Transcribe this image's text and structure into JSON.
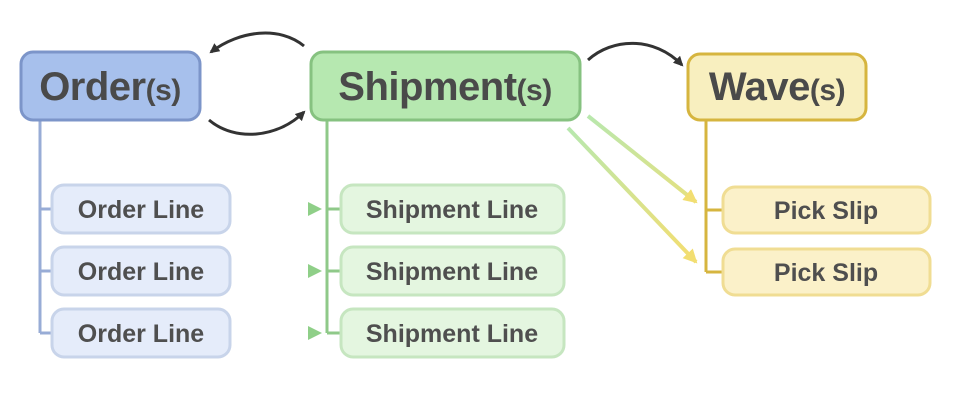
{
  "nodes": {
    "order": {
      "main": "Order",
      "suffix": "(s)"
    },
    "shipment": {
      "main": "Shipment",
      "suffix": "(s)"
    },
    "wave": {
      "main": "Wave",
      "suffix": "(s)"
    }
  },
  "order_lines": [
    "Order Line",
    "Order Line",
    "Order Line"
  ],
  "shipment_lines": [
    "Shipment Line",
    "Shipment Line",
    "Shipment Line"
  ],
  "pick_slips": [
    "Pick Slip",
    "Pick Slip"
  ],
  "colors": {
    "order_fill": "#a7c0ec",
    "order_stroke": "#7c95c9",
    "order_line_fill": "#e5ecfa",
    "order_line_stroke": "#c8d4ea",
    "shipment_fill": "#b6e8b0",
    "shipment_stroke": "#86c280",
    "shipment_line_fill": "#e4f6e0",
    "shipment_line_stroke": "#c6e6c0",
    "wave_fill": "#f8efbf",
    "wave_stroke": "#d6b53f",
    "pick_slip_fill": "#fbf1c9",
    "pick_slip_stroke": "#f0dd93",
    "arrow_dark": "#333333",
    "arrow_green": "#8fcf88",
    "arrow_yellow": "#f2de72"
  }
}
